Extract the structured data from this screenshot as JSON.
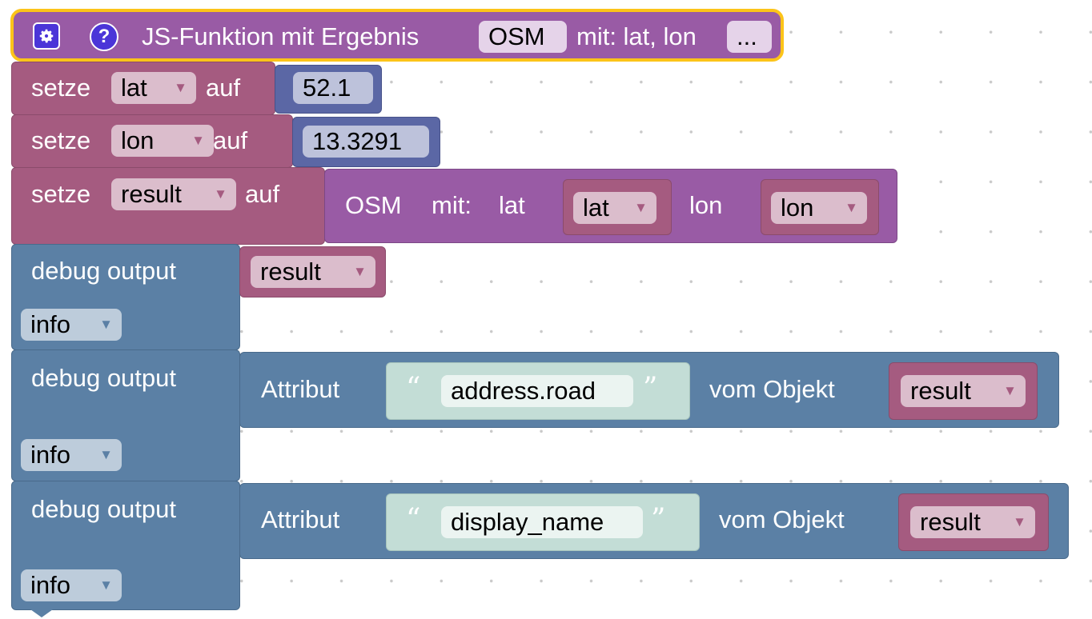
{
  "function_header": {
    "title": "JS-Funktion mit Ergebnis",
    "function_name": "OSM",
    "params_label": "mit: lat, lon",
    "more_label": "..."
  },
  "set_lat": {
    "keyword": "setze",
    "variable": "lat",
    "to_label": "auf",
    "value": "52.1"
  },
  "set_lon": {
    "keyword": "setze",
    "variable": "lon",
    "to_label": "auf",
    "value": "13.3291"
  },
  "set_result": {
    "keyword": "setze",
    "variable": "result",
    "to_label": "auf",
    "call": {
      "function_name": "OSM",
      "with_label": "mit:",
      "arg1_name": "lat",
      "arg1_value": "lat",
      "arg2_name": "lon",
      "arg2_value": "lon"
    }
  },
  "debug1": {
    "label": "debug output",
    "variable": "result",
    "level": "info"
  },
  "debug2": {
    "label": "debug output",
    "attribute_label": "Attribut",
    "attribute": "address.road",
    "from_object_label": "vom Objekt",
    "object": "result",
    "level": "info"
  },
  "debug3": {
    "label": "debug output",
    "attribute_label": "Attribut",
    "attribute": "display_name",
    "from_object_label": "vom Objekt",
    "object": "result",
    "level": "info"
  },
  "colors": {
    "function_block": "#995ba5",
    "variable_block": "#a55b80",
    "debug_block": "#5b80a5",
    "number_block": "#5b67a5",
    "text_block": "#c3ddd6",
    "selection_highlight": "#fcc419"
  },
  "icons": {
    "settings": "gear-icon",
    "help": "question-icon",
    "dropdown": "triangle-down-icon"
  }
}
